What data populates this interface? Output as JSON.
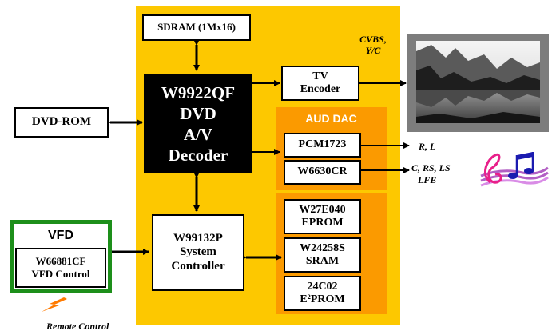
{
  "sdram": "SDRAM (1Mx16)",
  "decoder": {
    "line1": "W9922QF",
    "line2": "DVD",
    "line3": "A/V",
    "line4": "Decoder"
  },
  "dvd_rom": "DVD-ROM",
  "tv_encoder": {
    "line1": "TV",
    "line2": "Encoder"
  },
  "cvbs_label": {
    "line1": "CVBS,",
    "line2": "Y/C"
  },
  "aud_dac": "AUD DAC",
  "pcm": "PCM1723",
  "w6630": "W6630CR",
  "audio_out_1": "R, L",
  "audio_out_2": {
    "line1": "C, RS, LS",
    "line2": "LFE"
  },
  "system_controller": {
    "line1": "W99132P",
    "line2": "System",
    "line3": "Controller"
  },
  "eprom": {
    "line1": "W27E040",
    "line2": "EPROM"
  },
  "sram": {
    "line1": "W24258S",
    "line2": "SRAM"
  },
  "e2prom": {
    "line1": "24C02",
    "line2": "E²PROM"
  },
  "vfd": {
    "title": "VFD",
    "line1": "W66881CF",
    "line2": "VFD Control"
  },
  "remote": "Remote Control",
  "colors": {
    "background": "#fdc800",
    "panel": "#fb9a00",
    "vfd_border": "#1d8f1a",
    "decoder": "#000000"
  },
  "icons": [
    "tv-screen-image",
    "music-notes-icon",
    "lightning-bolt-icon"
  ]
}
